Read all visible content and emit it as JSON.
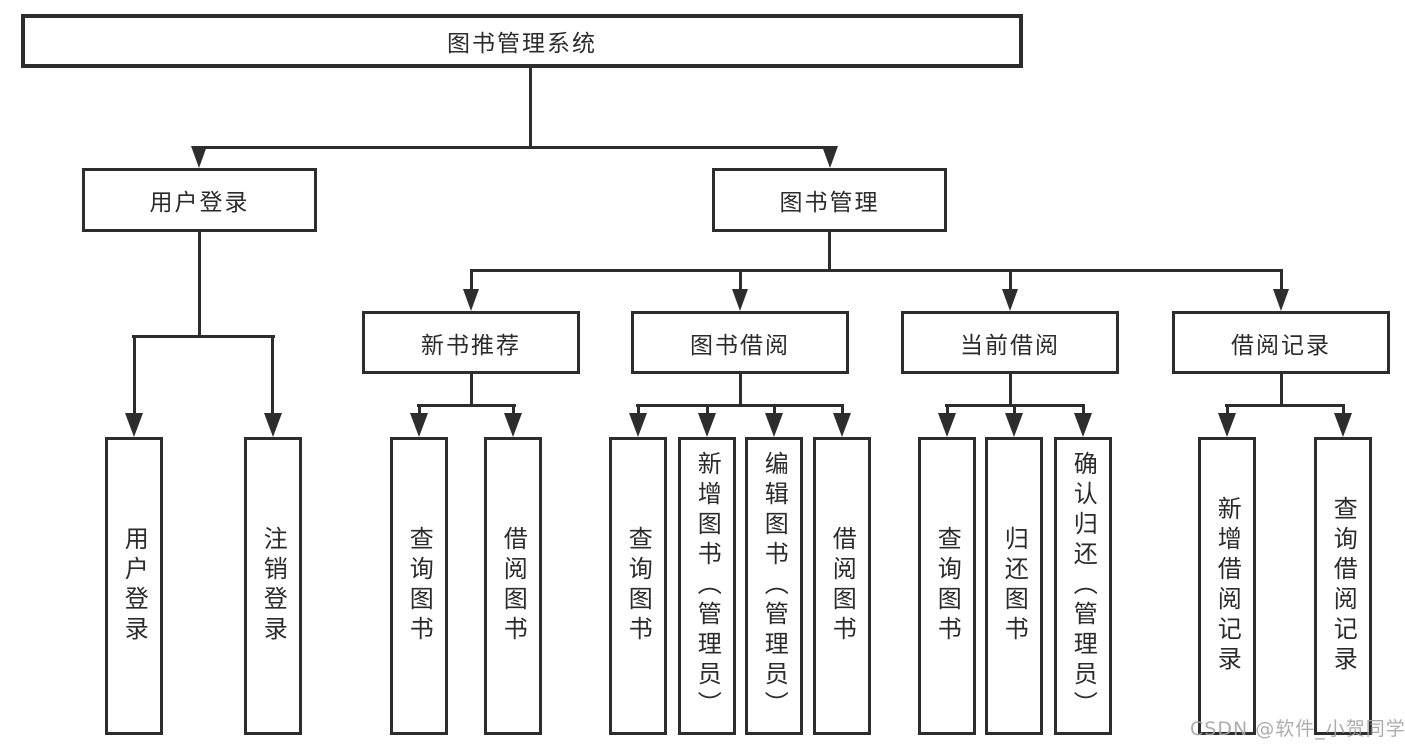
{
  "colors": {
    "line": "#2d2d2d",
    "box_border": "#2d2d2d",
    "text": "#2b2b2b",
    "background": "#ffffff",
    "watermark": "#a4a4a4"
  },
  "watermark": {
    "text": "CSDN @软件_小贺同学"
  },
  "tree": {
    "root": {
      "label": "图书管理系统",
      "children": [
        {
          "label": "用户登录",
          "children": [
            {
              "label": "用户登录"
            },
            {
              "label": "注销登录"
            }
          ]
        },
        {
          "label": "图书管理",
          "children": [
            {
              "label": "新书推荐",
              "children": [
                {
                  "label": "查询图书"
                },
                {
                  "label": "借阅图书"
                }
              ]
            },
            {
              "label": "图书借阅",
              "children": [
                {
                  "label": "查询图书"
                },
                {
                  "label": "新增图书（管理员）"
                },
                {
                  "label": "编辑图书（管理员）"
                },
                {
                  "label": "借阅图书"
                }
              ]
            },
            {
              "label": "当前借阅",
              "children": [
                {
                  "label": "查询图书"
                },
                {
                  "label": "归还图书"
                },
                {
                  "label": "确认归还（管理员）"
                }
              ]
            },
            {
              "label": "借阅记录",
              "children": [
                {
                  "label": "新增借阅记录"
                },
                {
                  "label": "查询借阅记录"
                }
              ]
            }
          ]
        }
      ]
    }
  }
}
